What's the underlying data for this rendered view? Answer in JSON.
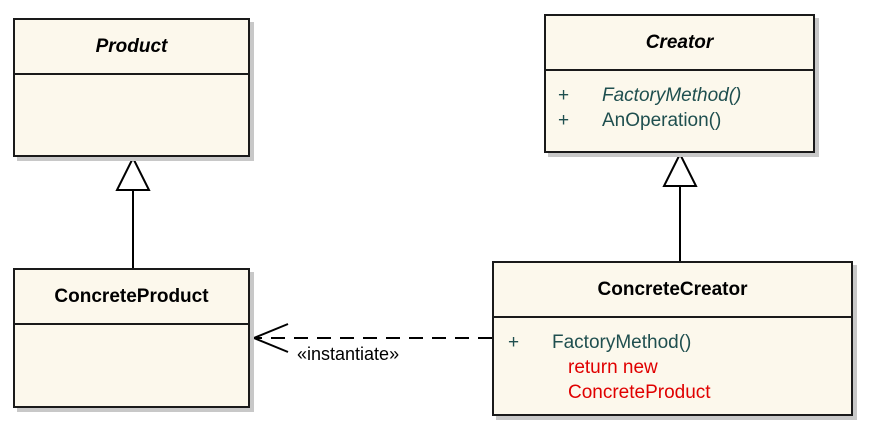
{
  "classes": {
    "product": {
      "name": "Product"
    },
    "concrete_product": {
      "name": "ConcreteProduct"
    },
    "creator": {
      "name": "Creator",
      "operations": [
        {
          "visibility": "+",
          "name": "FactoryMethod()"
        },
        {
          "visibility": "+",
          "name": "AnOperation()"
        }
      ]
    },
    "concrete_creator": {
      "name": "ConcreteCreator",
      "operations": [
        {
          "visibility": "+",
          "name": "FactoryMethod()"
        }
      ],
      "code_lines": [
        "return new",
        "ConcreteProduct"
      ]
    }
  },
  "relations": {
    "instantiate_label": "«instantiate»"
  },
  "colors": {
    "class_fill": "#fcf8ec",
    "operation_text": "#1f4f4f",
    "code_text": "#e00000"
  }
}
